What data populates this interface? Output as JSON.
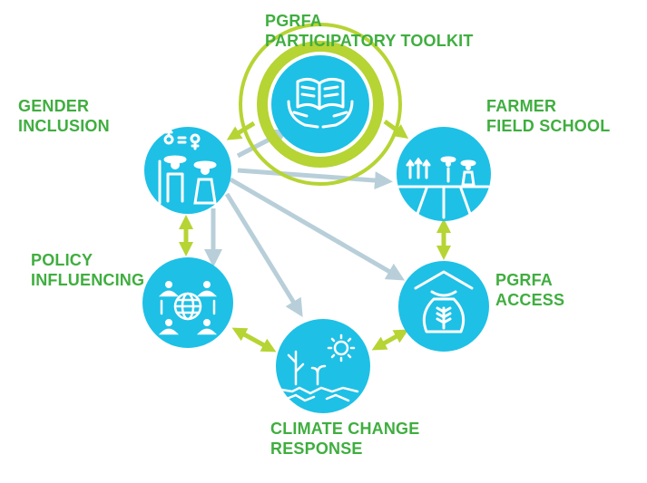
{
  "diagram": {
    "center": {
      "line1": "PGRFA",
      "line2": "PARTICIPATORY TOOLKIT",
      "icon": "book-in-hands-icon"
    },
    "nodes": [
      {
        "id": "gender",
        "line1": "GENDER",
        "line2": "INCLUSION",
        "icon": "gender-farmers-icon"
      },
      {
        "id": "ffs",
        "line1": "FARMER",
        "line2": "FIELD SCHOOL",
        "icon": "field-farmers-icon"
      },
      {
        "id": "access",
        "line1": "PGRFA",
        "line2": "ACCESS",
        "icon": "seed-bag-icon"
      },
      {
        "id": "climate",
        "line1": "CLIMATE CHANGE",
        "line2": "RESPONSE",
        "icon": "sun-sprout-icon"
      },
      {
        "id": "policy",
        "line1": "POLICY",
        "line2": "INFLUENCING",
        "icon": "globe-network-icon"
      }
    ],
    "colors": {
      "circle": "#1ec0e6",
      "ring": "#b6d433",
      "arrow_green": "#b6d433",
      "arrow_grey": "#b8cfd9",
      "label": "#3fae3f",
      "icon": "#ffffff"
    }
  }
}
